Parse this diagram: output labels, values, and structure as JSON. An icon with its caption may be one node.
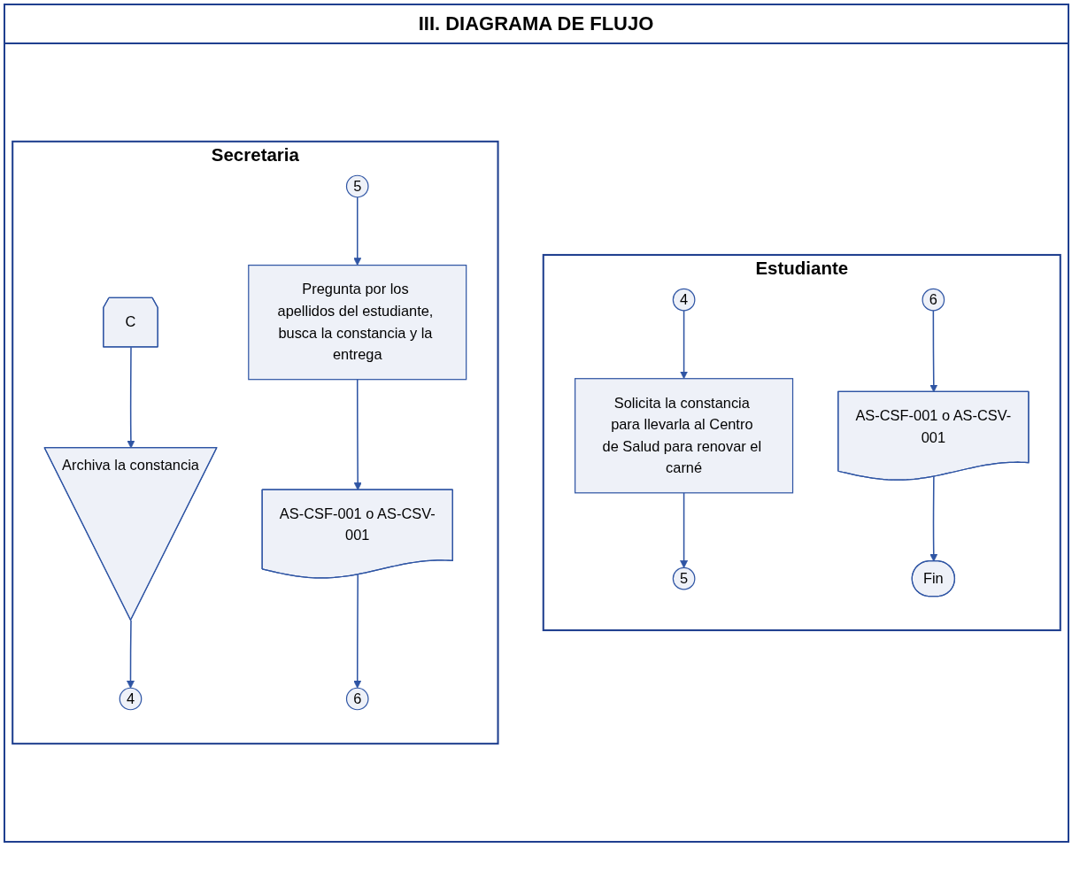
{
  "diagram": {
    "title": "III. DIAGRAMA DE FLUJO",
    "nodes": [
      {
        "text": [
          "Estudiante"
        ]
      },
      {
        "text": [
          "4"
        ],
        "in": 0
      },
      {
        "text": [
          "Solicita la constancia para llevarla al Centro de Salud para renovar el carné"
        ],
        "in": 0
      },
      {
        "text": [
          "5"
        ],
        "in": 0
      },
      {
        "text": [
          "6"
        ],
        "in": 0
      },
      {
        "text": [
          "AS-CSF-001 o AS-CSV-001"
        ],
        "in": 0
      },
      {
        "text": [
          "Fin"
        ],
        "in": 0
      },
      {
        "text": [
          "Secretaria"
        ]
      },
      {
        "text": [
          "C"
        ],
        "in": 7
      },
      {
        "text": [
          "Archiva la constancia"
        ],
        "in": 7
      },
      {
        "text": [
          "4"
        ],
        "in": 7
      },
      {
        "text": [
          "5"
        ],
        "in": 7
      },
      {
        "text": [
          "Pregunta por los apellidos del estudiante, busca la constancia y la entrega"
        ],
        "in": 7
      },
      {
        "text": [
          "AS-CSF-001 o AS-CSV-001"
        ],
        "in": 7
      },
      {
        "text": [
          "6"
        ],
        "in": 7
      }
    ],
    "edges": [
      {
        "from": 1,
        "to": 2,
        "arrow": "to"
      },
      {
        "from": 2,
        "to": 3,
        "arrow": "to"
      },
      {
        "from": 4,
        "to": 5,
        "arrow": "to"
      },
      {
        "from": 5,
        "to": 6,
        "arrow": "to"
      },
      {
        "from": 8,
        "to": 9,
        "arrow": "to"
      },
      {
        "from": 9,
        "to": 10,
        "arrow": "to"
      },
      {
        "from": 11,
        "to": 12,
        "arrow": "to"
      },
      {
        "from": 12,
        "to": 13,
        "arrow": "to"
      },
      {
        "from": 13,
        "to": 14,
        "arrow": "to"
      }
    ]
  }
}
